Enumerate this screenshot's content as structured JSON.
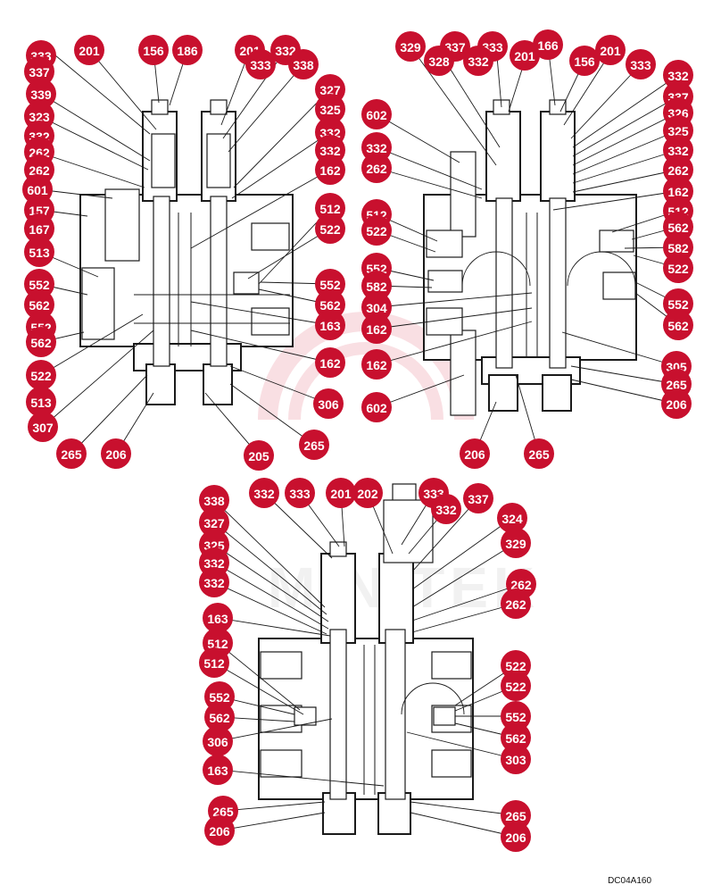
{
  "diagram_code": "DC04A160",
  "watermark_text": "MINITEK",
  "badge_color": "#c8102e",
  "callouts": {
    "view1": [
      "333",
      "201",
      "156",
      "186",
      "201",
      "332",
      "333",
      "338",
      "337",
      "339",
      "323",
      "327",
      "325",
      "332",
      "332",
      "262",
      "332",
      "262",
      "162",
      "601",
      "512",
      "157",
      "522",
      "167",
      "513",
      "552",
      "552",
      "562",
      "562",
      "552",
      "163",
      "562",
      "162",
      "522",
      "306",
      "513",
      "307",
      "265",
      "206",
      "205",
      "265"
    ],
    "view2": [
      "329",
      "337",
      "333",
      "166",
      "201",
      "328",
      "332",
      "156",
      "201",
      "333",
      "332",
      "337",
      "602",
      "326",
      "325",
      "332",
      "332",
      "262",
      "262",
      "162",
      "512",
      "512",
      "522",
      "562",
      "582",
      "552",
      "522",
      "582",
      "552",
      "304",
      "562",
      "162",
      "162",
      "305",
      "265",
      "602",
      "206",
      "206",
      "265"
    ],
    "view3": [
      "338",
      "332",
      "333",
      "201",
      "202",
      "333",
      "337",
      "327",
      "332",
      "324",
      "325",
      "329",
      "332",
      "262",
      "332",
      "262",
      "163",
      "512",
      "522",
      "512",
      "522",
      "552",
      "552",
      "562",
      "562",
      "306",
      "303",
      "163",
      "265",
      "265",
      "206",
      "206"
    ]
  }
}
